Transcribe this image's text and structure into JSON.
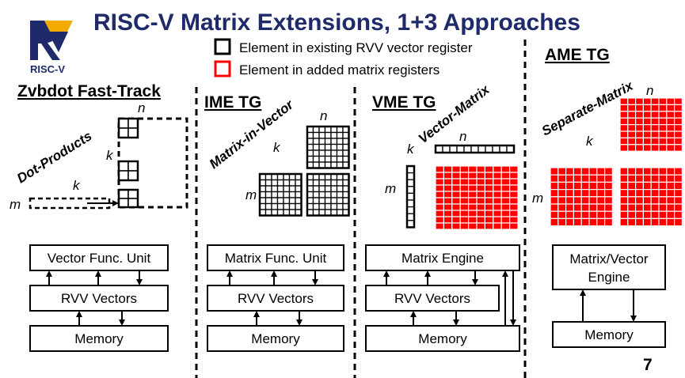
{
  "title": "RISC-V Matrix Extensions, 1+3 Approaches",
  "logo_text": "RISC-V",
  "legend": {
    "black_label": "Element in existing RVV vector register",
    "red_label": "Element in added matrix registers",
    "black_color": "#000000",
    "red_color": "#ff0000"
  },
  "group_label": "AME TG",
  "page_number": "7",
  "approaches": [
    {
      "heading": "Zvbdot Fast-Track",
      "diagram_label": "Dot-Products",
      "dims": {
        "m": "m",
        "k1": "k",
        "k2": "k",
        "n": "n"
      },
      "boxes": [
        "Vector Func. Unit",
        "RVV Vectors",
        "Memory"
      ]
    },
    {
      "heading": "IME TG",
      "diagram_label": "Matrix-in-Vector",
      "dims": {
        "m": "m",
        "k": "k",
        "n": "n"
      },
      "boxes": [
        "Matrix Func. Unit",
        "RVV Vectors",
        "Memory"
      ]
    },
    {
      "heading": "VME TG",
      "diagram_label": "Vector-Matrix",
      "dims": {
        "m": "m",
        "k": "k",
        "n": "n"
      },
      "boxes": [
        "Matrix Engine",
        "RVV Vectors",
        "Memory"
      ]
    },
    {
      "heading": "",
      "diagram_label": "Separate-Matrix",
      "dims": {
        "m": "m",
        "k": "k",
        "n": "n"
      },
      "boxes": [
        "Matrix/Vector",
        "Engine",
        "Memory"
      ]
    }
  ]
}
